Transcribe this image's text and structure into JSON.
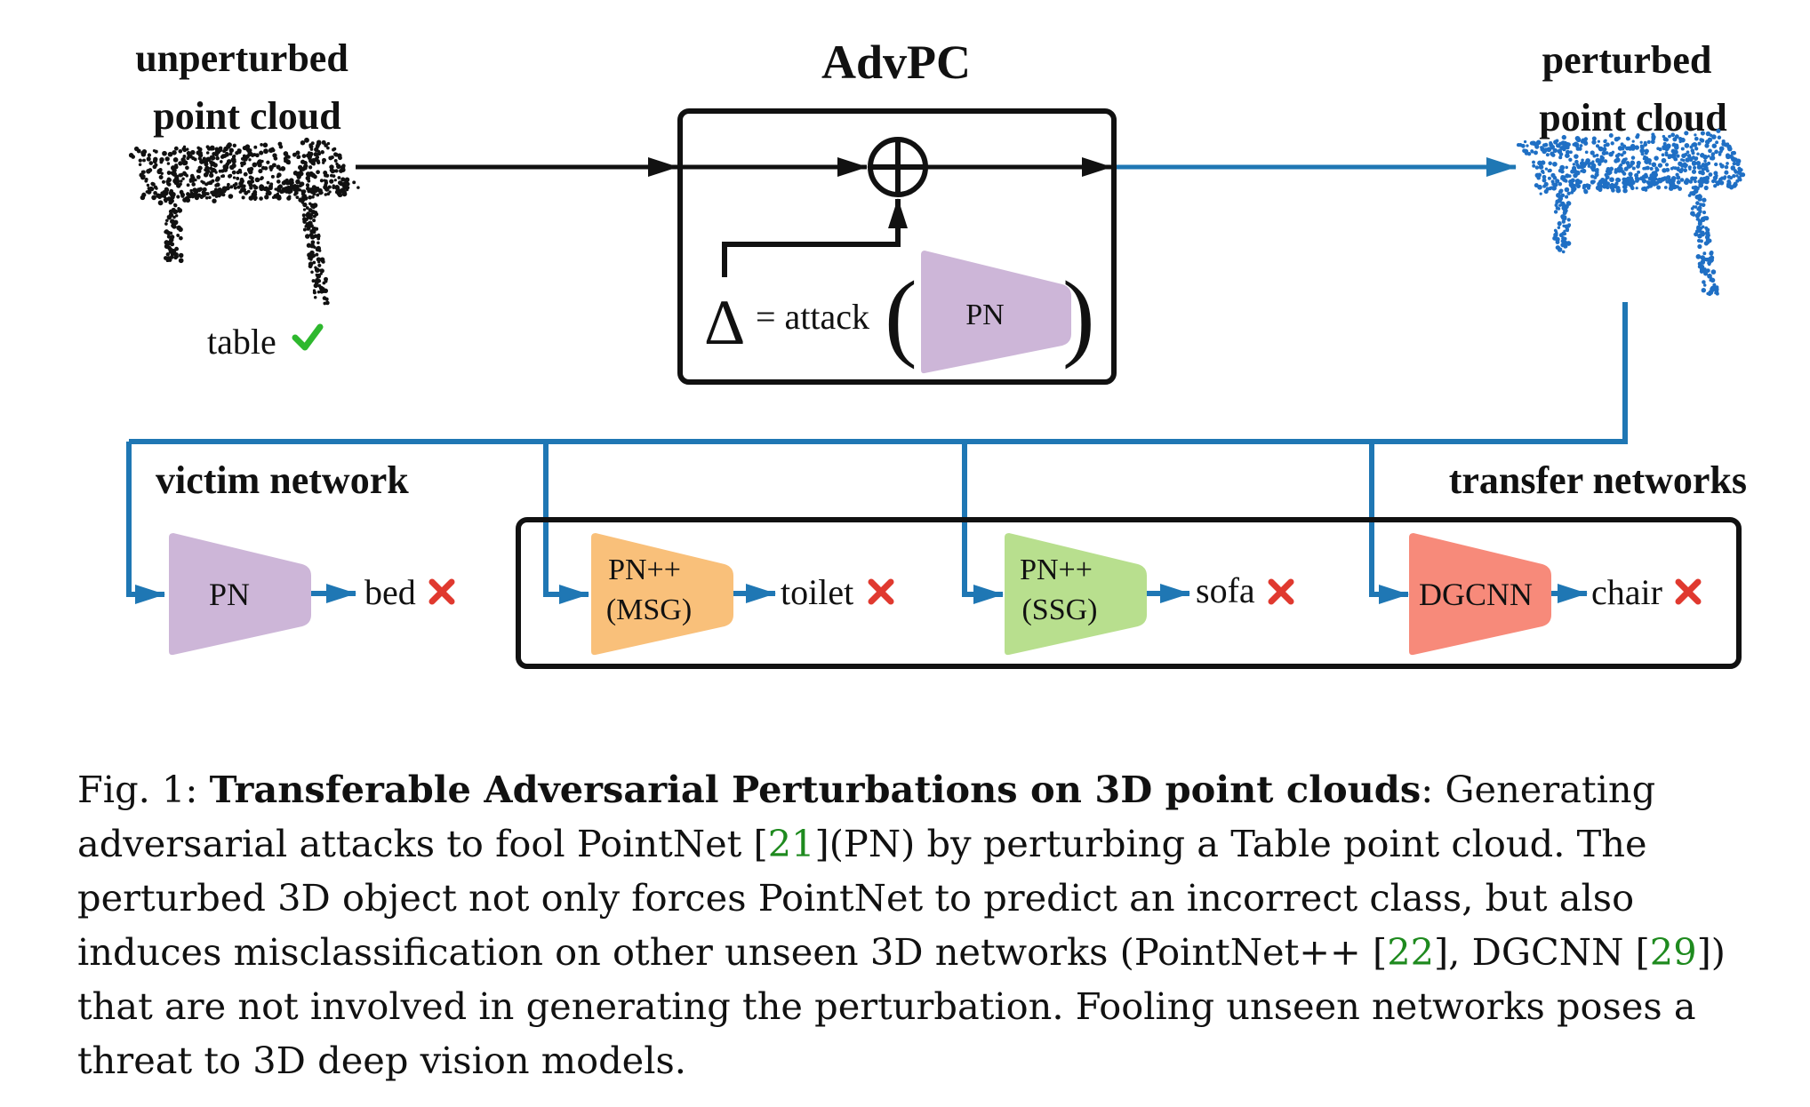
{
  "diagram": {
    "input_title": [
      "unperturbed",
      "point cloud"
    ],
    "input_label": "table",
    "advpc_title": "AdvPC",
    "delta_symbol": "Δ",
    "attack_text": "= attack",
    "advpc_network": "PN",
    "output_title": [
      "perturbed",
      "point cloud"
    ],
    "victim_title": "victim network",
    "transfer_title": "transfer networks",
    "victim": {
      "network": "PN",
      "prediction": "bed"
    },
    "transfer": [
      {
        "network_line1": "PN++",
        "network_line2": "(MSG)",
        "prediction": "toilet"
      },
      {
        "network_line1": "PN++",
        "network_line2": "(SSG)",
        "prediction": "sofa"
      },
      {
        "network_line1": "DGCNN",
        "network_line2": "",
        "prediction": "chair"
      }
    ],
    "colors": {
      "arrow_black": "#111111",
      "arrow_blue": "#1f77b4",
      "pn": "#cdb6d8",
      "msg": "#f9c07a",
      "ssg": "#b8df8e",
      "dgcnn": "#f78a7a",
      "check": "#2eb82e",
      "cross": "#e0392f",
      "cloud_black": "#111111",
      "cloud_blue": "#1f6fc4"
    }
  },
  "caption": {
    "prefix": "Fig. 1: ",
    "title": "Transferable Adversarial Perturbations on 3D point clouds",
    "line1_rest": ": Generating",
    "line2_a": "adversarial attacks to fool PointNet [",
    "ref21": "21",
    "line2_b": "](PN) by perturbing a Table point cloud. The",
    "line3": "perturbed 3D object not only forces PointNet to predict an incorrect class, but also",
    "line4_a": "induces misclassification on other unseen 3D networks (PointNet++ [",
    "ref22": "22",
    "line4_b": "], DGCNN [",
    "ref29": "29",
    "line4_c": "])",
    "line5": "that are not involved in generating the perturbation. Fooling unseen networks poses a",
    "line6": "threat to 3D deep vision models."
  }
}
